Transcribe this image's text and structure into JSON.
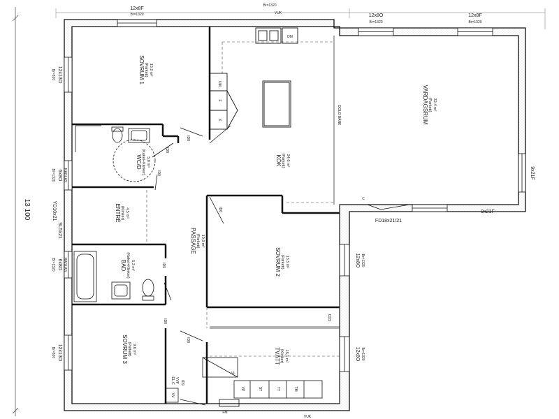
{
  "overall_dimension": "13 100",
  "rooms": [
    {
      "name": "SOVRUM 1",
      "floor": "(Parkett)",
      "area": "15,2 m²"
    },
    {
      "name": "WC/D",
      "floor": "(Kakel+Klinker)",
      "area": "5,8 m²"
    },
    {
      "name": "ENTRÉ",
      "floor": "(Klinker)",
      "area": "4,5 m²"
    },
    {
      "name": "BAD",
      "floor": "(Kakel+Klinker)",
      "area": "5,3 m²"
    },
    {
      "name": "SOVRUM 3",
      "floor": "(Parkett)",
      "area": "9,6 m²"
    },
    {
      "name": "PASSAGE",
      "floor": "(Parkett)",
      "area": "10,9 m²"
    },
    {
      "name": "KÖK",
      "floor": "(Parkett)",
      "area": "24,6 m²"
    },
    {
      "name": "VARDAGSRUM",
      "floor": "(Parkett)",
      "area": "32,4 m²"
    },
    {
      "name": "SOVRUM 2",
      "floor": "(Parkett)",
      "area": "13,5 m²"
    },
    {
      "name": "TVÄTT",
      "floor": "(Klinker)",
      "area": "15,1 m²"
    }
  ],
  "windows": [
    {
      "type": "12x8F",
      "br": "Br=1320"
    },
    {
      "type": "12x8O",
      "br": "Br=1320"
    },
    {
      "type": "12x8F",
      "br": "Br=1320"
    },
    {
      "type": "12x13O",
      "br": "Br=820"
    },
    {
      "type": "6x8O",
      "br": "Br=1320",
      "extra": "RAGLAS"
    },
    {
      "type": "6x8O",
      "br": "Br=1320",
      "extra": "RAGLAS"
    },
    {
      "type": "12x13O",
      "br": "Br=820"
    },
    {
      "type": "12x8O",
      "br": "Br=1320"
    },
    {
      "type": "12x8O",
      "br": "Br=1320"
    },
    {
      "type": "9x21F"
    },
    {
      "type": "9x21F"
    }
  ],
  "doors": {
    "entrance": "YD10x21",
    "sliding": "SL5x21",
    "french": "FD18x21/21",
    "interior": [
      "ID8",
      "ID9",
      "ID8",
      "ID8",
      "ID9",
      "ID8",
      "ID8",
      "ID9"
    ]
  },
  "top_br": "Br=1320",
  "vuk_top": "VUK",
  "vuk_bottom": "VUK",
  "fm": "FM",
  "kitchen_units": [
    "DM",
    "UM",
    "F",
    "K"
  ],
  "dolda_bank": "DOLD BÄNK",
  "laundry_units": [
    "VP",
    "ST",
    "TT",
    "TM"
  ],
  "vl": "VL",
  "cds": "CDS",
  "elc": "EL.C",
  "vvf": "VVF",
  "vv": "VV",
  "c": "C"
}
